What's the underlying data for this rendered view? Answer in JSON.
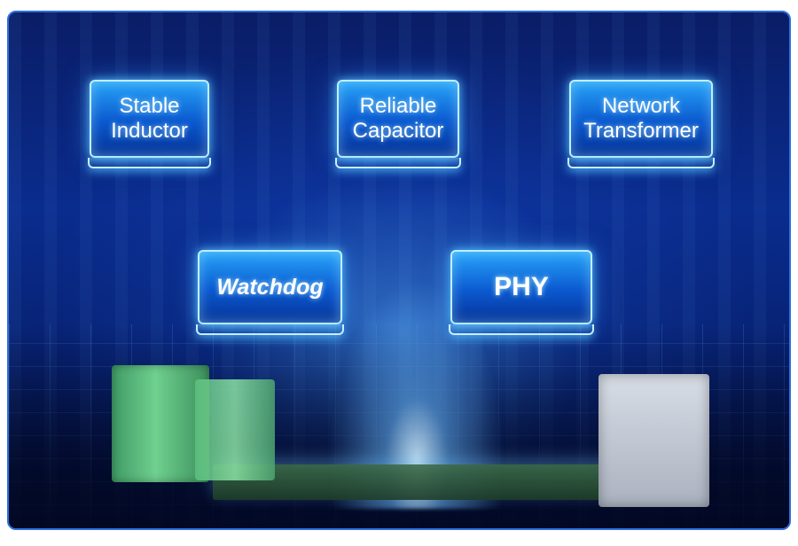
{
  "chips": {
    "stable_inductor": "Stable\nInductor",
    "reliable_capacitor": "Reliable\nCapacitor",
    "network_transformer": "Network\nTransformer",
    "watchdog": "Watchdog",
    "phy": "PHY"
  },
  "colors": {
    "background_top": "#0a1d66",
    "background_bottom": "#030a2e",
    "chip_fill": "#1a78e6",
    "chip_glow": "#5ac8ff",
    "frame_border": "#2f6fe0"
  }
}
